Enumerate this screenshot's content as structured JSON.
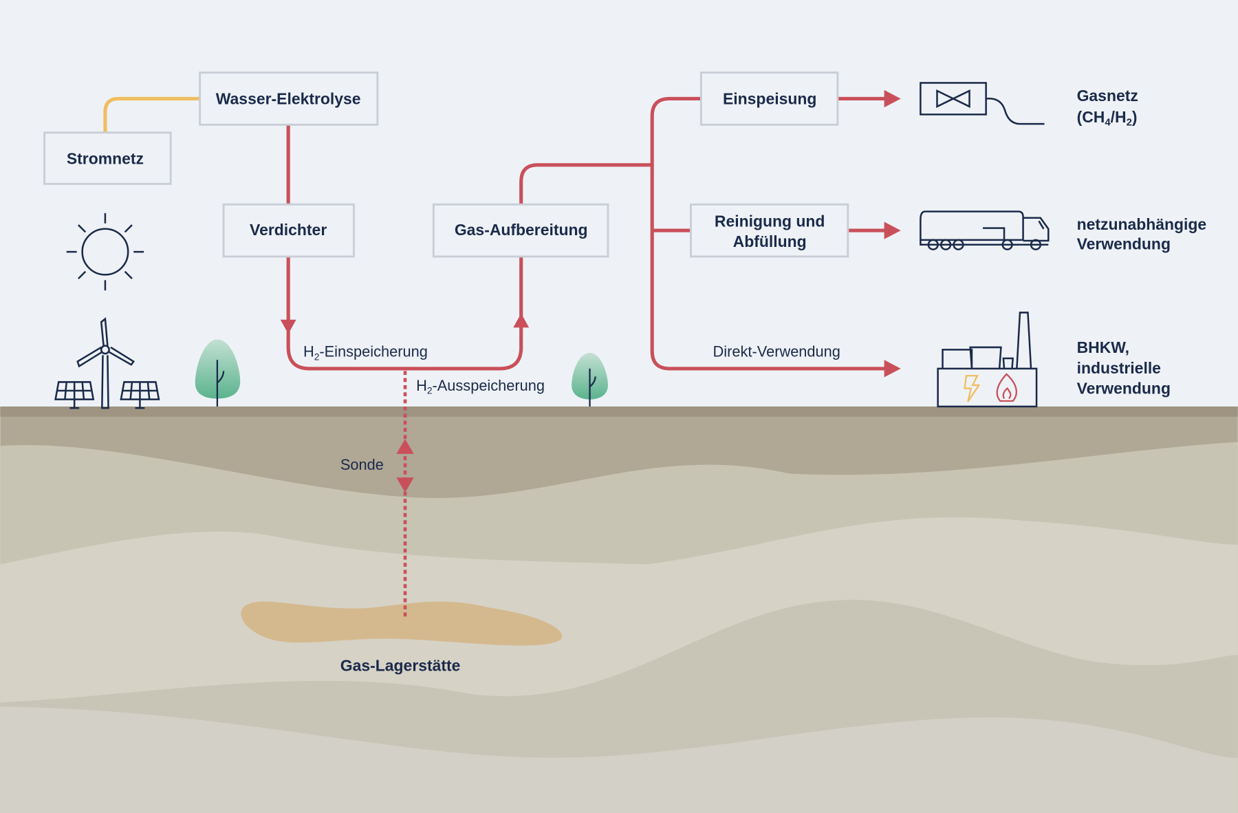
{
  "boxes": {
    "stromnetz": "Stromnetz",
    "elektrolyse": "Wasser-Elektrolyse",
    "verdichter": "Verdichter",
    "aufbereitung": "Gas-Aufbereitung",
    "einspeisung": "Einspeisung",
    "reinigung_1": "Reinigung und",
    "reinigung_2": "Abfüllung"
  },
  "flow_labels": {
    "einspeicherung_h": "H",
    "einspeicherung_sub": "2",
    "einspeicherung_rest": "-Einspeicherung",
    "ausspeicherung_h": "H",
    "ausspeicherung_sub": "2",
    "ausspeicherung_rest": "-Ausspeicherung",
    "direkt": "Direkt-Verwendung",
    "sonde": "Sonde",
    "lagerstaette": "Gas-Lagerstätte"
  },
  "destinations": {
    "gasnetz_1": "Gasnetz",
    "gasnetz_2a": "(CH",
    "gasnetz_2b": "4",
    "gasnetz_2c": "/H",
    "gasnetz_2d": "2",
    "gasnetz_2e": ")",
    "offgrid_1": "netzunabhängige",
    "offgrid_2": "Verwendung",
    "bhkw_1": "BHKW,",
    "bhkw_2": "industrielle",
    "bhkw_3": "Verwendung"
  },
  "icons": [
    "sun-icon",
    "wind-turbine-icon",
    "solar-panel-icon",
    "tree-icon",
    "valve-icon",
    "tanker-truck-icon",
    "factory-icon",
    "lightning-icon",
    "flame-icon"
  ],
  "colors": {
    "flow": "#c9505a",
    "power": "#f0bd60",
    "text": "#1a2a4a",
    "background": "#eef2f6",
    "reservoir": "#d4b98f"
  }
}
